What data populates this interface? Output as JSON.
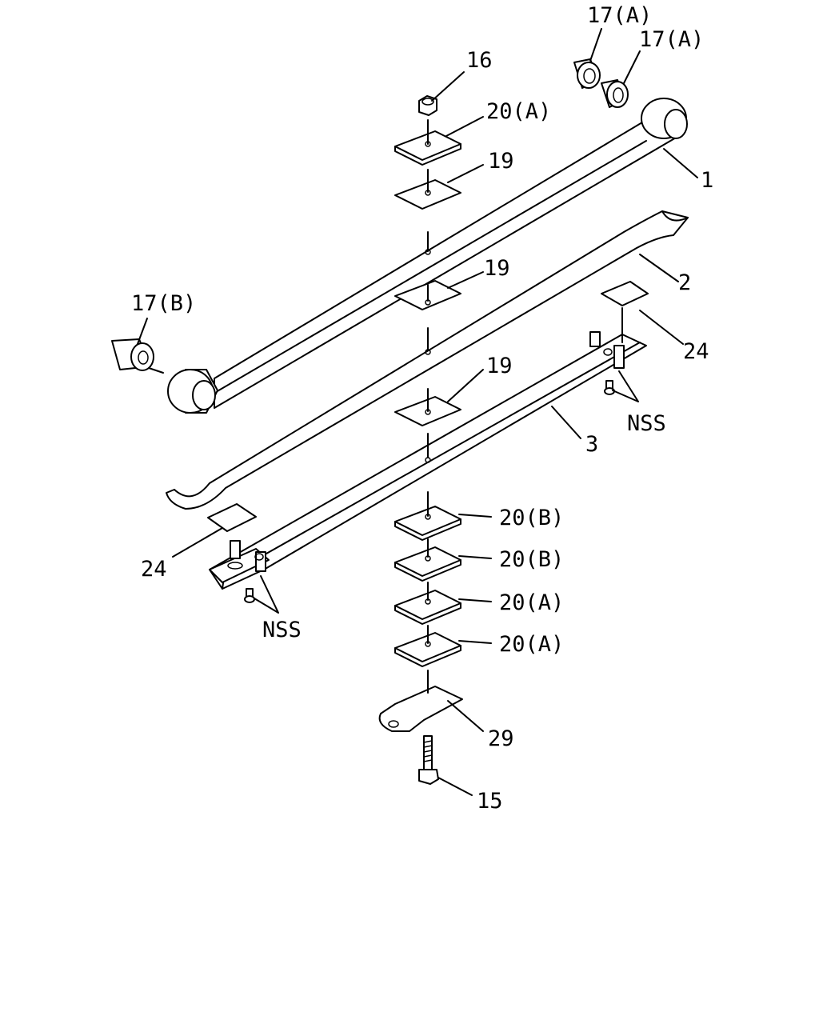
{
  "labels": {
    "p1": "1",
    "p2": "2",
    "p3": "3",
    "p15": "15",
    "p16": "16",
    "p17a_1": "17(A)",
    "p17a_2": "17(A)",
    "p17b": "17(B)",
    "p19_1": "19",
    "p19_2": "19",
    "p19_3": "19",
    "p20a_top": "20(A)",
    "p20b_1": "20(B)",
    "p20b_2": "20(B)",
    "p20a_1": "20(A)",
    "p20a_2": "20(A)",
    "p24_right": "24",
    "p24_left": "24",
    "p29": "29",
    "nss_right": "NSS",
    "nss_left": "NSS"
  },
  "colors": {
    "line": "#000000",
    "background": "#ffffff"
  }
}
